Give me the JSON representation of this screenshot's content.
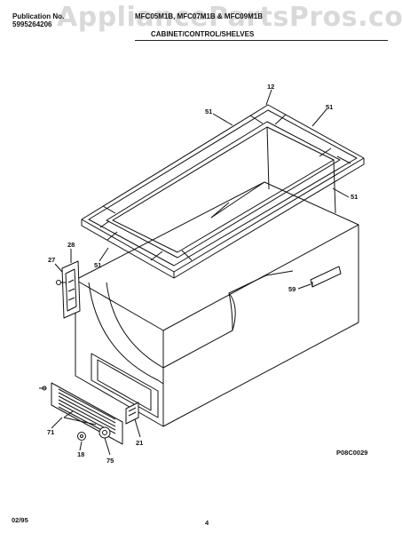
{
  "header": {
    "publication_label": "Publication No.",
    "publication_number": "5995264206",
    "models": "MFC05M1B, MFC07M1B & MFC09M1B",
    "section_title": "CABINET/CONTROL/SHELVES"
  },
  "watermark": {
    "text": "AppliancePartsPros.com",
    "mark": "©"
  },
  "callouts": {
    "c12": "12",
    "c51_top_left": "51",
    "c51_top_right": "51",
    "c51_right": "51",
    "c51_left": "51",
    "c28": "28",
    "c27": "27",
    "c59": "59",
    "c71": "71",
    "c18": "18",
    "c75": "75",
    "c21": "21"
  },
  "drawing_code": "P08C0029",
  "footer": {
    "date": "02/95",
    "page": "4"
  }
}
